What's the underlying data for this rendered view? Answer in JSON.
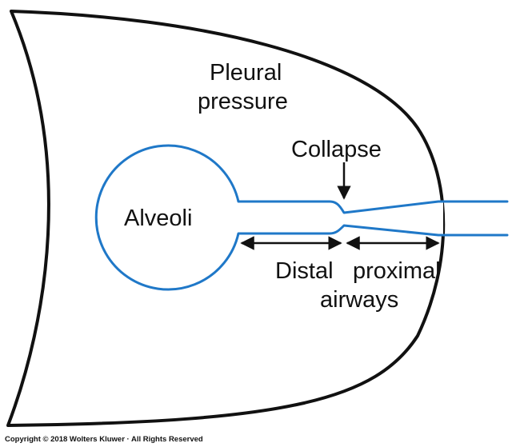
{
  "labels": {
    "pleural_line1": "Pleural",
    "pleural_line2": "pressure",
    "collapse": "Collapse",
    "alveoli": "Alveoli",
    "distal": "Distal",
    "proximal": "proximal",
    "airways": "airways"
  },
  "copyright": "Copyright © 2018 Wolters Kluwer · All Rights Reserved",
  "colors": {
    "outline": "#111111",
    "airway": "#1f78c8",
    "text": "#111111"
  }
}
